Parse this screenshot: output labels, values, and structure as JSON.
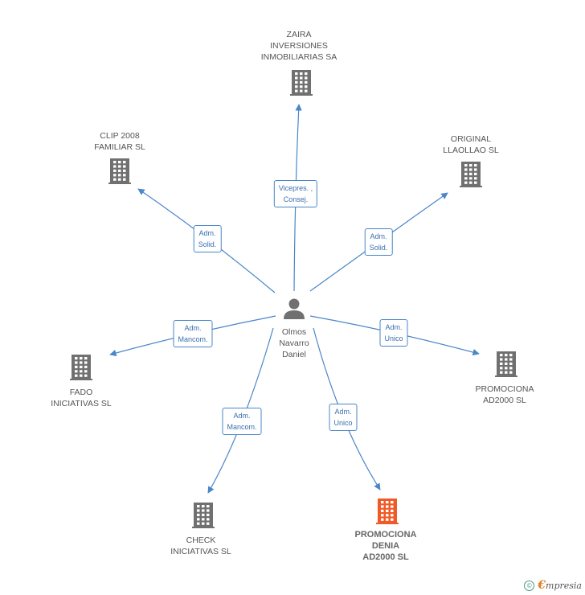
{
  "center": {
    "lines": [
      "Olmos",
      "Navarro",
      "Daniel"
    ]
  },
  "nodes": [
    {
      "id": "zaira",
      "lines": [
        "ZAIRA",
        "INVERSIONES",
        "INMOBILIARIAS SA"
      ],
      "highlight": false
    },
    {
      "id": "clip",
      "lines": [
        "CLIP 2008",
        "FAMILIAR SL"
      ],
      "highlight": false
    },
    {
      "id": "original",
      "lines": [
        "ORIGINAL",
        "LLAOLLAO SL"
      ],
      "highlight": false
    },
    {
      "id": "fado",
      "lines": [
        "FADO",
        "INICIATIVAS SL"
      ],
      "highlight": false
    },
    {
      "id": "promo2000",
      "lines": [
        "PROMOCIONA",
        "AD2000 SL"
      ],
      "highlight": false
    },
    {
      "id": "check",
      "lines": [
        "CHECK",
        "INICIATIVAS SL"
      ],
      "highlight": false
    },
    {
      "id": "denia",
      "lines": [
        "PROMOCIONA",
        "DENIA",
        "AD2000 SL"
      ],
      "highlight": true
    }
  ],
  "edges": [
    {
      "to": "zaira",
      "lines": [
        "Vicepres. ,",
        "Consej."
      ]
    },
    {
      "to": "clip",
      "lines": [
        "Adm.",
        "Solid."
      ]
    },
    {
      "to": "original",
      "lines": [
        "Adm.",
        "Solid."
      ]
    },
    {
      "to": "fado",
      "lines": [
        "Adm.",
        "Mancom."
      ]
    },
    {
      "to": "promo2000",
      "lines": [
        "Adm.",
        "Unico"
      ]
    },
    {
      "to": "check",
      "lines": [
        "Adm.",
        "Mancom."
      ]
    },
    {
      "to": "denia",
      "lines": [
        "Adm.",
        "Unico"
      ]
    }
  ],
  "footer": {
    "copyright_symbol": "©",
    "brand_first": "€",
    "brand_rest": "mpresia"
  },
  "colors": {
    "edge": "#4a86c8",
    "building": "#707070",
    "building_highlight": "#f05a28",
    "person": "#707070"
  },
  "icons": {
    "company": "building-icon",
    "person": "person-icon"
  }
}
